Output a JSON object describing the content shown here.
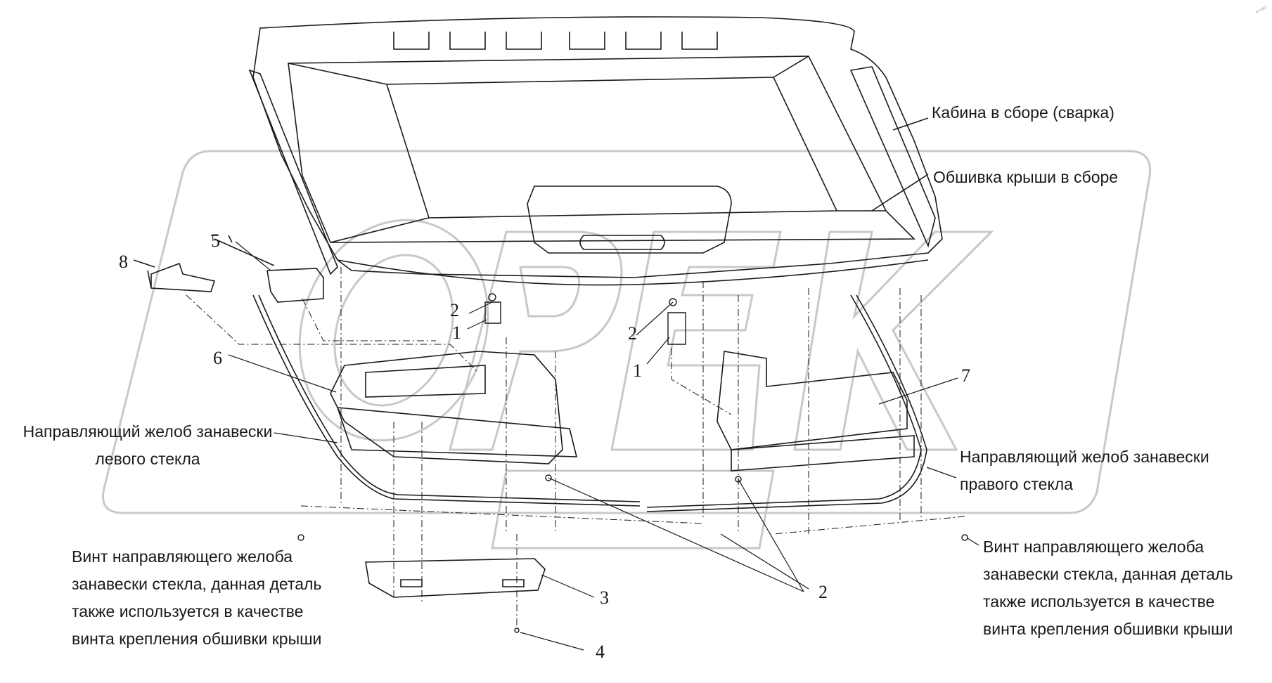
{
  "labels": {
    "cab_assembly": "Кабина в сборе (сварка)",
    "roof_lining": "Обшивка крыши в сборе",
    "left_guide_line1": "Направляющий желоб занавески",
    "left_guide_line2": "левого стекла",
    "right_guide_line1": "Направляющий желоб занавески",
    "right_guide_line2": "правого стекла",
    "screw_left": [
      "Винт направляющего желоба",
      "занавески стекла, данная деталь",
      "также используется в качестве",
      "винта крепления обшивки крыши"
    ],
    "screw_right": [
      "Винт направляющего желоба",
      "занавески стекла, данная деталь",
      "также используется в качестве",
      "винта крепления обшивки крыши"
    ]
  },
  "callouts": {
    "n1a": "1",
    "n1b": "1",
    "n2a": "2",
    "n2b": "2",
    "n2c": "2",
    "n3": "3",
    "n4": "4",
    "n5": "5",
    "n6": "6",
    "n7": "7",
    "n8": "8"
  },
  "watermark": {
    "corner": "e-oo"
  },
  "colors": {
    "line": "#1a1a1a",
    "watermark": "#c8c8c8"
  }
}
